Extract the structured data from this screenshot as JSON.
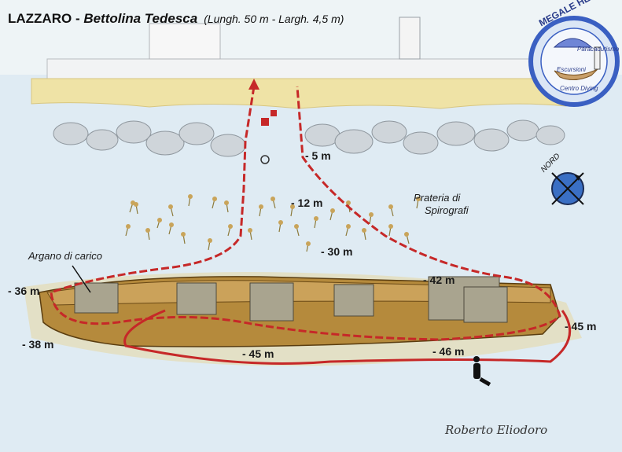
{
  "title": {
    "site": "LAZZARO",
    "separator": " - ",
    "wreck": "Bettolina Tedesca",
    "dimensions": "(Lungh. 50 m - Largh. 4,5 m)"
  },
  "labels": {
    "winch": "Argano di carico",
    "meadow_line1": "Prateria di",
    "meadow_line2": "Spirografi"
  },
  "depths": {
    "d5": "- 5 m",
    "d12": "- 12 m",
    "d30": "- 30 m",
    "d36": "- 36 m",
    "d38": "- 38 m",
    "d42": "- 42 m",
    "d45_right": "- 45 m",
    "d45_bottom": "- 45 m",
    "d46": "- 46 m"
  },
  "compass": {
    "label": "NORD",
    "icon": "compass-cross-icon"
  },
  "logo": {
    "main": "MEGALE HELLAS",
    "line1": "Paracadutismo",
    "line2": "Escursioni",
    "line3": "Centro Diving"
  },
  "signature": "Roberto Eliodoro",
  "colors": {
    "route": "#c62828",
    "water": "#dce9f2",
    "sand": "#efe3a6",
    "hull": "#b58a3c",
    "rock": "#cfd5da",
    "logo_blue": "#3a5fc2"
  }
}
